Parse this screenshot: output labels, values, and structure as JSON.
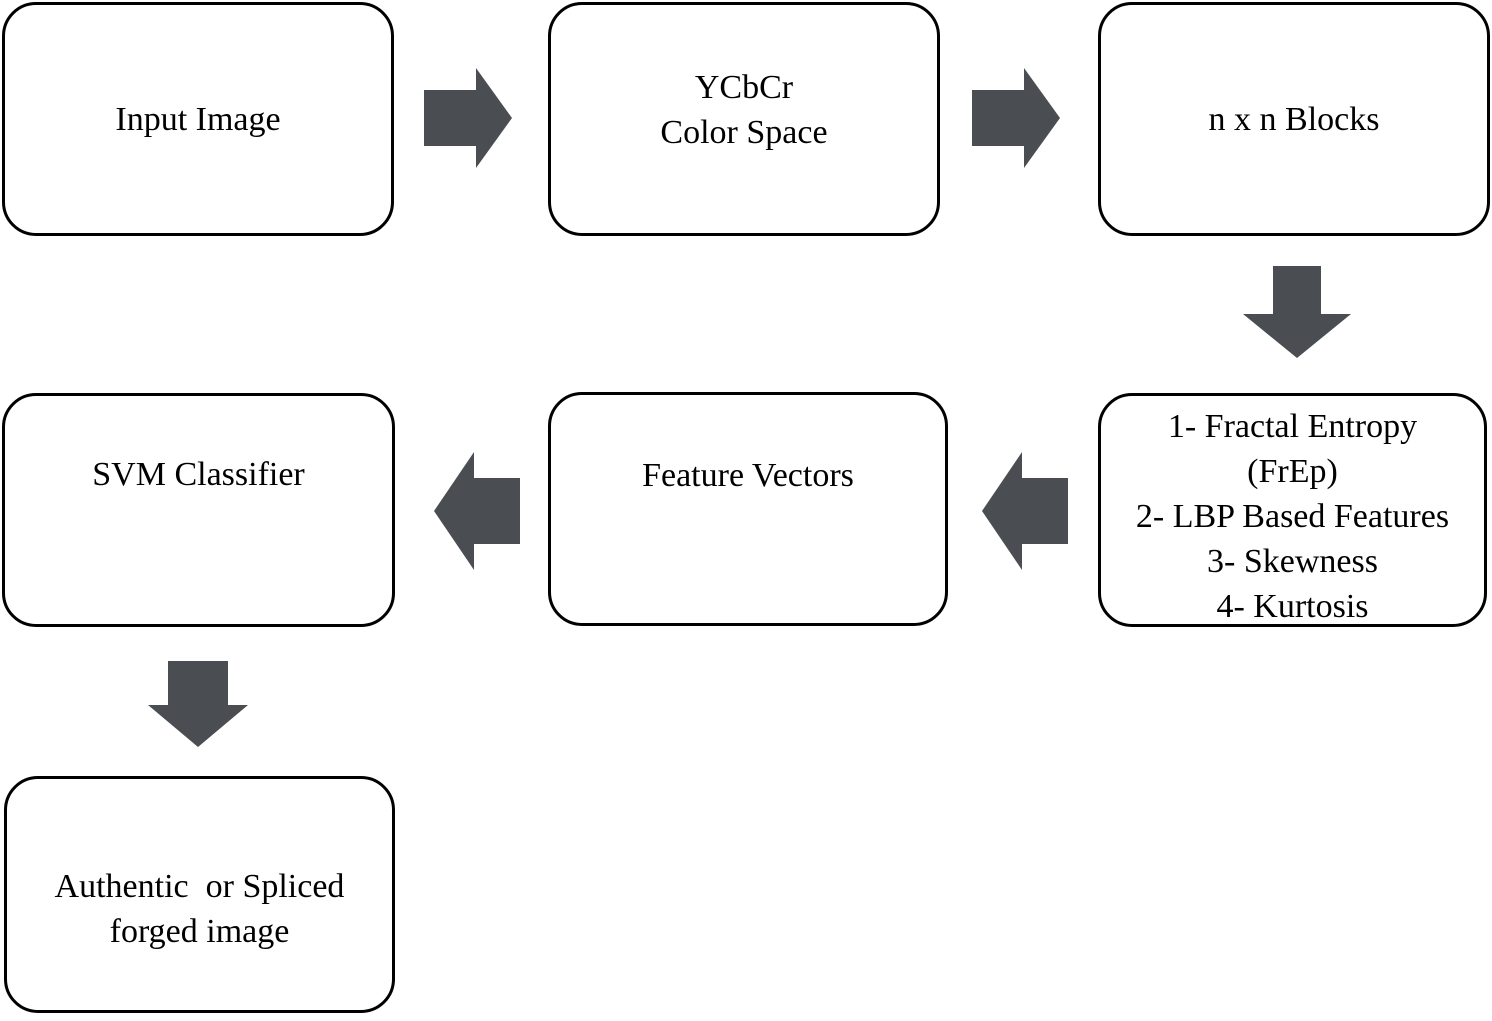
{
  "diagram": {
    "title": "Image splicing detection pipeline flowchart",
    "style": {
      "arrow_color": "#4A4E52",
      "box_border_color": "#000000",
      "box_fill_color": "#FFFFFF",
      "text_color": "#000000"
    },
    "nodes": [
      {
        "id": "input-image",
        "lines": [
          "Input Image"
        ]
      },
      {
        "id": "ycbcr",
        "lines": [
          "YCbCr",
          "Color Space"
        ]
      },
      {
        "id": "blocks",
        "lines": [
          "n x n Blocks"
        ]
      },
      {
        "id": "features",
        "lines": [
          "1- Fractal Entropy",
          "(FrEp)",
          "2- LBP Based Features",
          "3- Skewness",
          "4- Kurtosis"
        ]
      },
      {
        "id": "feature-vectors",
        "lines": [
          "Feature Vectors"
        ]
      },
      {
        "id": "svm",
        "lines": [
          "SVM Classifier"
        ]
      },
      {
        "id": "output",
        "lines": [
          "Authentic  or Spliced",
          "forged image"
        ]
      }
    ],
    "arrows": [
      {
        "id": "arrow-1",
        "direction": "right",
        "from": "input-image",
        "to": "ycbcr"
      },
      {
        "id": "arrow-2",
        "direction": "right",
        "from": "ycbcr",
        "to": "blocks"
      },
      {
        "id": "arrow-3",
        "direction": "down",
        "from": "blocks",
        "to": "features"
      },
      {
        "id": "arrow-4",
        "direction": "left",
        "from": "features",
        "to": "feature-vectors"
      },
      {
        "id": "arrow-5",
        "direction": "left",
        "from": "feature-vectors",
        "to": "svm"
      },
      {
        "id": "arrow-6",
        "direction": "down",
        "from": "svm",
        "to": "output"
      }
    ]
  }
}
